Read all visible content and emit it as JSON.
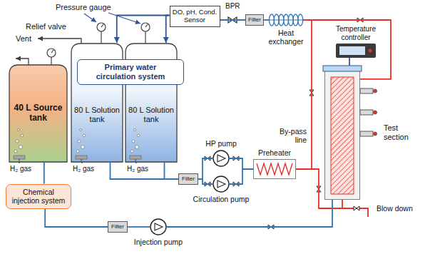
{
  "diagram": {
    "nodes": [
      {
        "text": [
          "40 L Source tank"
        ]
      },
      {
        "text": [
          "80 L Solution tank"
        ]
      },
      {
        "text": [
          "80 L Solution tank"
        ]
      },
      {
        "text": [
          "Primary water circulation system"
        ]
      },
      {
        "text": [
          "DO, pH, Cond. Sensor"
        ]
      },
      {
        "text": [
          "Filter"
        ]
      },
      {
        "text": [
          "Heat exchanger"
        ]
      },
      {
        "text": [
          "Temperature controller"
        ]
      },
      {
        "text": [
          "Test section"
        ]
      },
      {
        "text": [
          "Chemical injection system"
        ]
      },
      {
        "text": [
          "Filter"
        ]
      },
      {
        "text": [
          "HP pump"
        ]
      },
      {
        "text": [
          "Circulation pump"
        ]
      },
      {
        "text": [
          "Preheater"
        ]
      },
      {
        "text": [
          "Filter"
        ]
      },
      {
        "text": [
          "Injection pump"
        ]
      }
    ],
    "edges": [
      {
        "from": 4,
        "to": 1,
        "arrow": "to"
      },
      {
        "from": 4,
        "to": 2,
        "arrow": "to"
      },
      {
        "from": 5,
        "to": 4,
        "arrow": "none"
      },
      {
        "from": 6,
        "to": 5,
        "arrow": "none"
      },
      {
        "from": 8,
        "to": 6,
        "arrow": "none"
      },
      {
        "from": 7,
        "to": 8,
        "arrow": "none"
      },
      {
        "from": 1,
        "to": 10,
        "arrow": "none"
      },
      {
        "from": 2,
        "to": 10,
        "arrow": "none"
      },
      {
        "from": 10,
        "to": 11,
        "arrow": "none"
      },
      {
        "from": 10,
        "to": 12,
        "arrow": "none"
      },
      {
        "from": 11,
        "to": 13,
        "arrow": "none"
      },
      {
        "from": 12,
        "to": 13,
        "arrow": "none"
      },
      {
        "from": 13,
        "to": 8,
        "arrow": "none"
      },
      {
        "from": 13,
        "to": 6,
        "arrow": "none"
      },
      {
        "from": 0,
        "to": 9,
        "arrow": "none"
      },
      {
        "from": 9,
        "to": 14,
        "arrow": "none"
      },
      {
        "from": 14,
        "to": 15,
        "arrow": "none"
      },
      {
        "from": 15,
        "to": 8,
        "arrow": "none"
      }
    ],
    "labels": [
      "Pressure gauge",
      "Relief valve",
      "Vent",
      "BPR",
      "H₂ gas",
      "H₂ gas",
      "H₂ gas",
      "By-pass line",
      "Blow down"
    ]
  }
}
